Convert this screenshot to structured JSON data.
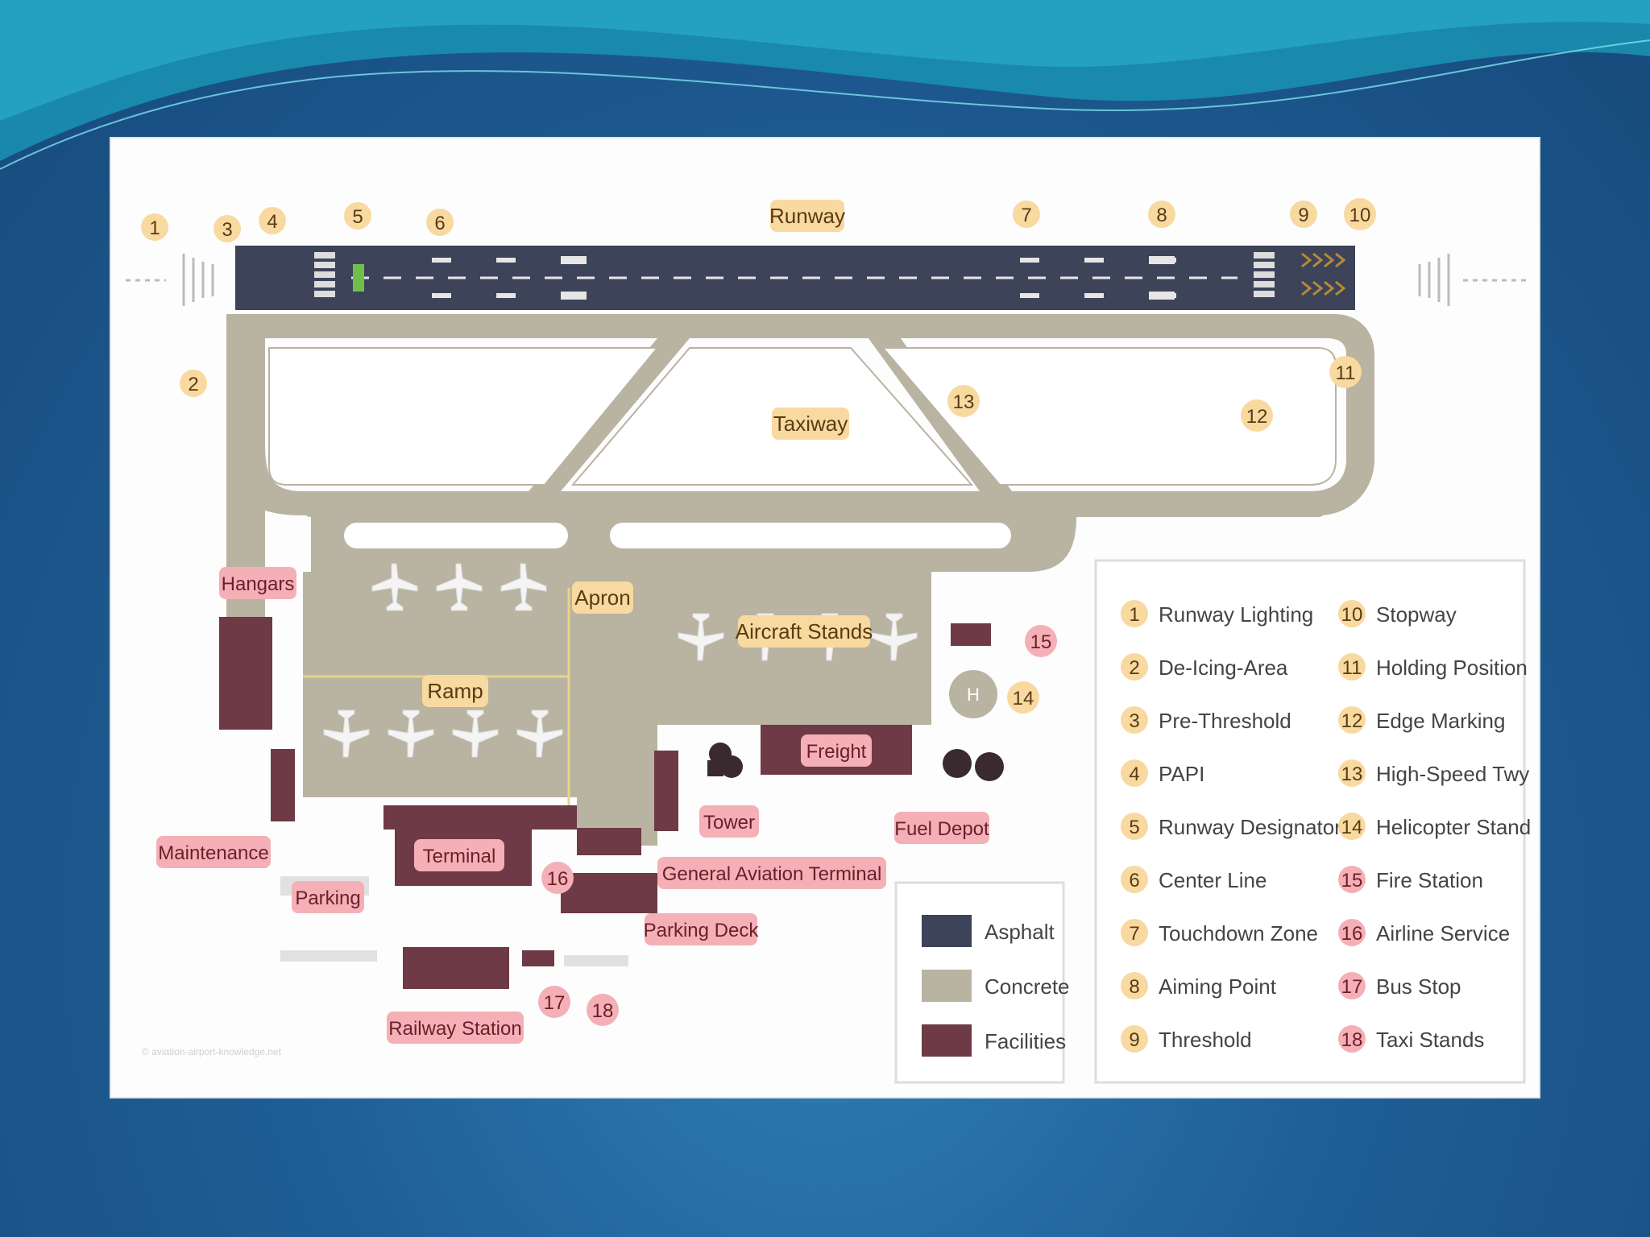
{
  "colors": {
    "asphalt": "#3d4358",
    "concrete": "#b9b3a2",
    "facilities": "#6d3a45",
    "orange_label_bg": "#f8d9a0",
    "orange_label_text": "#5a3b12",
    "pink_label_bg": "#f4b0b6",
    "pink_label_text": "#6a1f2a",
    "slide_bg": "#1f5f96"
  },
  "diagram": {
    "areas": {
      "runway": "Runway",
      "taxiway": "Taxiway",
      "apron": "Apron",
      "aircraft_stands": "Aircraft Stands",
      "ramp": "Ramp"
    },
    "facilities": {
      "hangars": "Hangars",
      "maintenance": "Maintenance",
      "terminal": "Terminal",
      "parking": "Parking",
      "parking_deck": "Parking Deck",
      "railway_station": "Railway Station",
      "general_aviation_terminal": "General Aviation Terminal",
      "tower": "Tower",
      "freight": "Freight",
      "fuel_depot": "Fuel Depot",
      "heli_mark": "H"
    },
    "callout_numbers": [
      "1",
      "2",
      "3",
      "4",
      "5",
      "6",
      "7",
      "8",
      "9",
      "10",
      "11",
      "12",
      "13",
      "14",
      "15",
      "16",
      "17",
      "18"
    ],
    "copyright": "© aviation-airport-knowledge.net"
  },
  "legend_materials": [
    {
      "label": "Asphalt",
      "color": "#3d4358"
    },
    {
      "label": "Concrete",
      "color": "#b9b3a2"
    },
    {
      "label": "Facilities",
      "color": "#6d3a45"
    }
  ],
  "legend_items": [
    {
      "num": "1",
      "label": "Runway Lighting",
      "kind": "orange"
    },
    {
      "num": "2",
      "label": "De-Icing-Area",
      "kind": "orange"
    },
    {
      "num": "3",
      "label": "Pre-Threshold",
      "kind": "orange"
    },
    {
      "num": "4",
      "label": "PAPI",
      "kind": "orange"
    },
    {
      "num": "5",
      "label": "Runway Designator",
      "kind": "orange"
    },
    {
      "num": "6",
      "label": "Center Line",
      "kind": "orange"
    },
    {
      "num": "7",
      "label": "Touchdown Zone",
      "kind": "orange"
    },
    {
      "num": "8",
      "label": "Aiming Point",
      "kind": "orange"
    },
    {
      "num": "9",
      "label": "Threshold",
      "kind": "orange"
    },
    {
      "num": "10",
      "label": "Stopway",
      "kind": "orange"
    },
    {
      "num": "11",
      "label": "Holding Position",
      "kind": "orange"
    },
    {
      "num": "12",
      "label": "Edge Marking",
      "kind": "orange"
    },
    {
      "num": "13",
      "label": "High-Speed Twy",
      "kind": "orange"
    },
    {
      "num": "14",
      "label": "Helicopter Stand",
      "kind": "orange"
    },
    {
      "num": "15",
      "label": "Fire Station",
      "kind": "pink"
    },
    {
      "num": "16",
      "label": "Airline Service",
      "kind": "pink"
    },
    {
      "num": "17",
      "label": "Bus Stop",
      "kind": "pink"
    },
    {
      "num": "18",
      "label": "Taxi Stands",
      "kind": "pink"
    }
  ]
}
